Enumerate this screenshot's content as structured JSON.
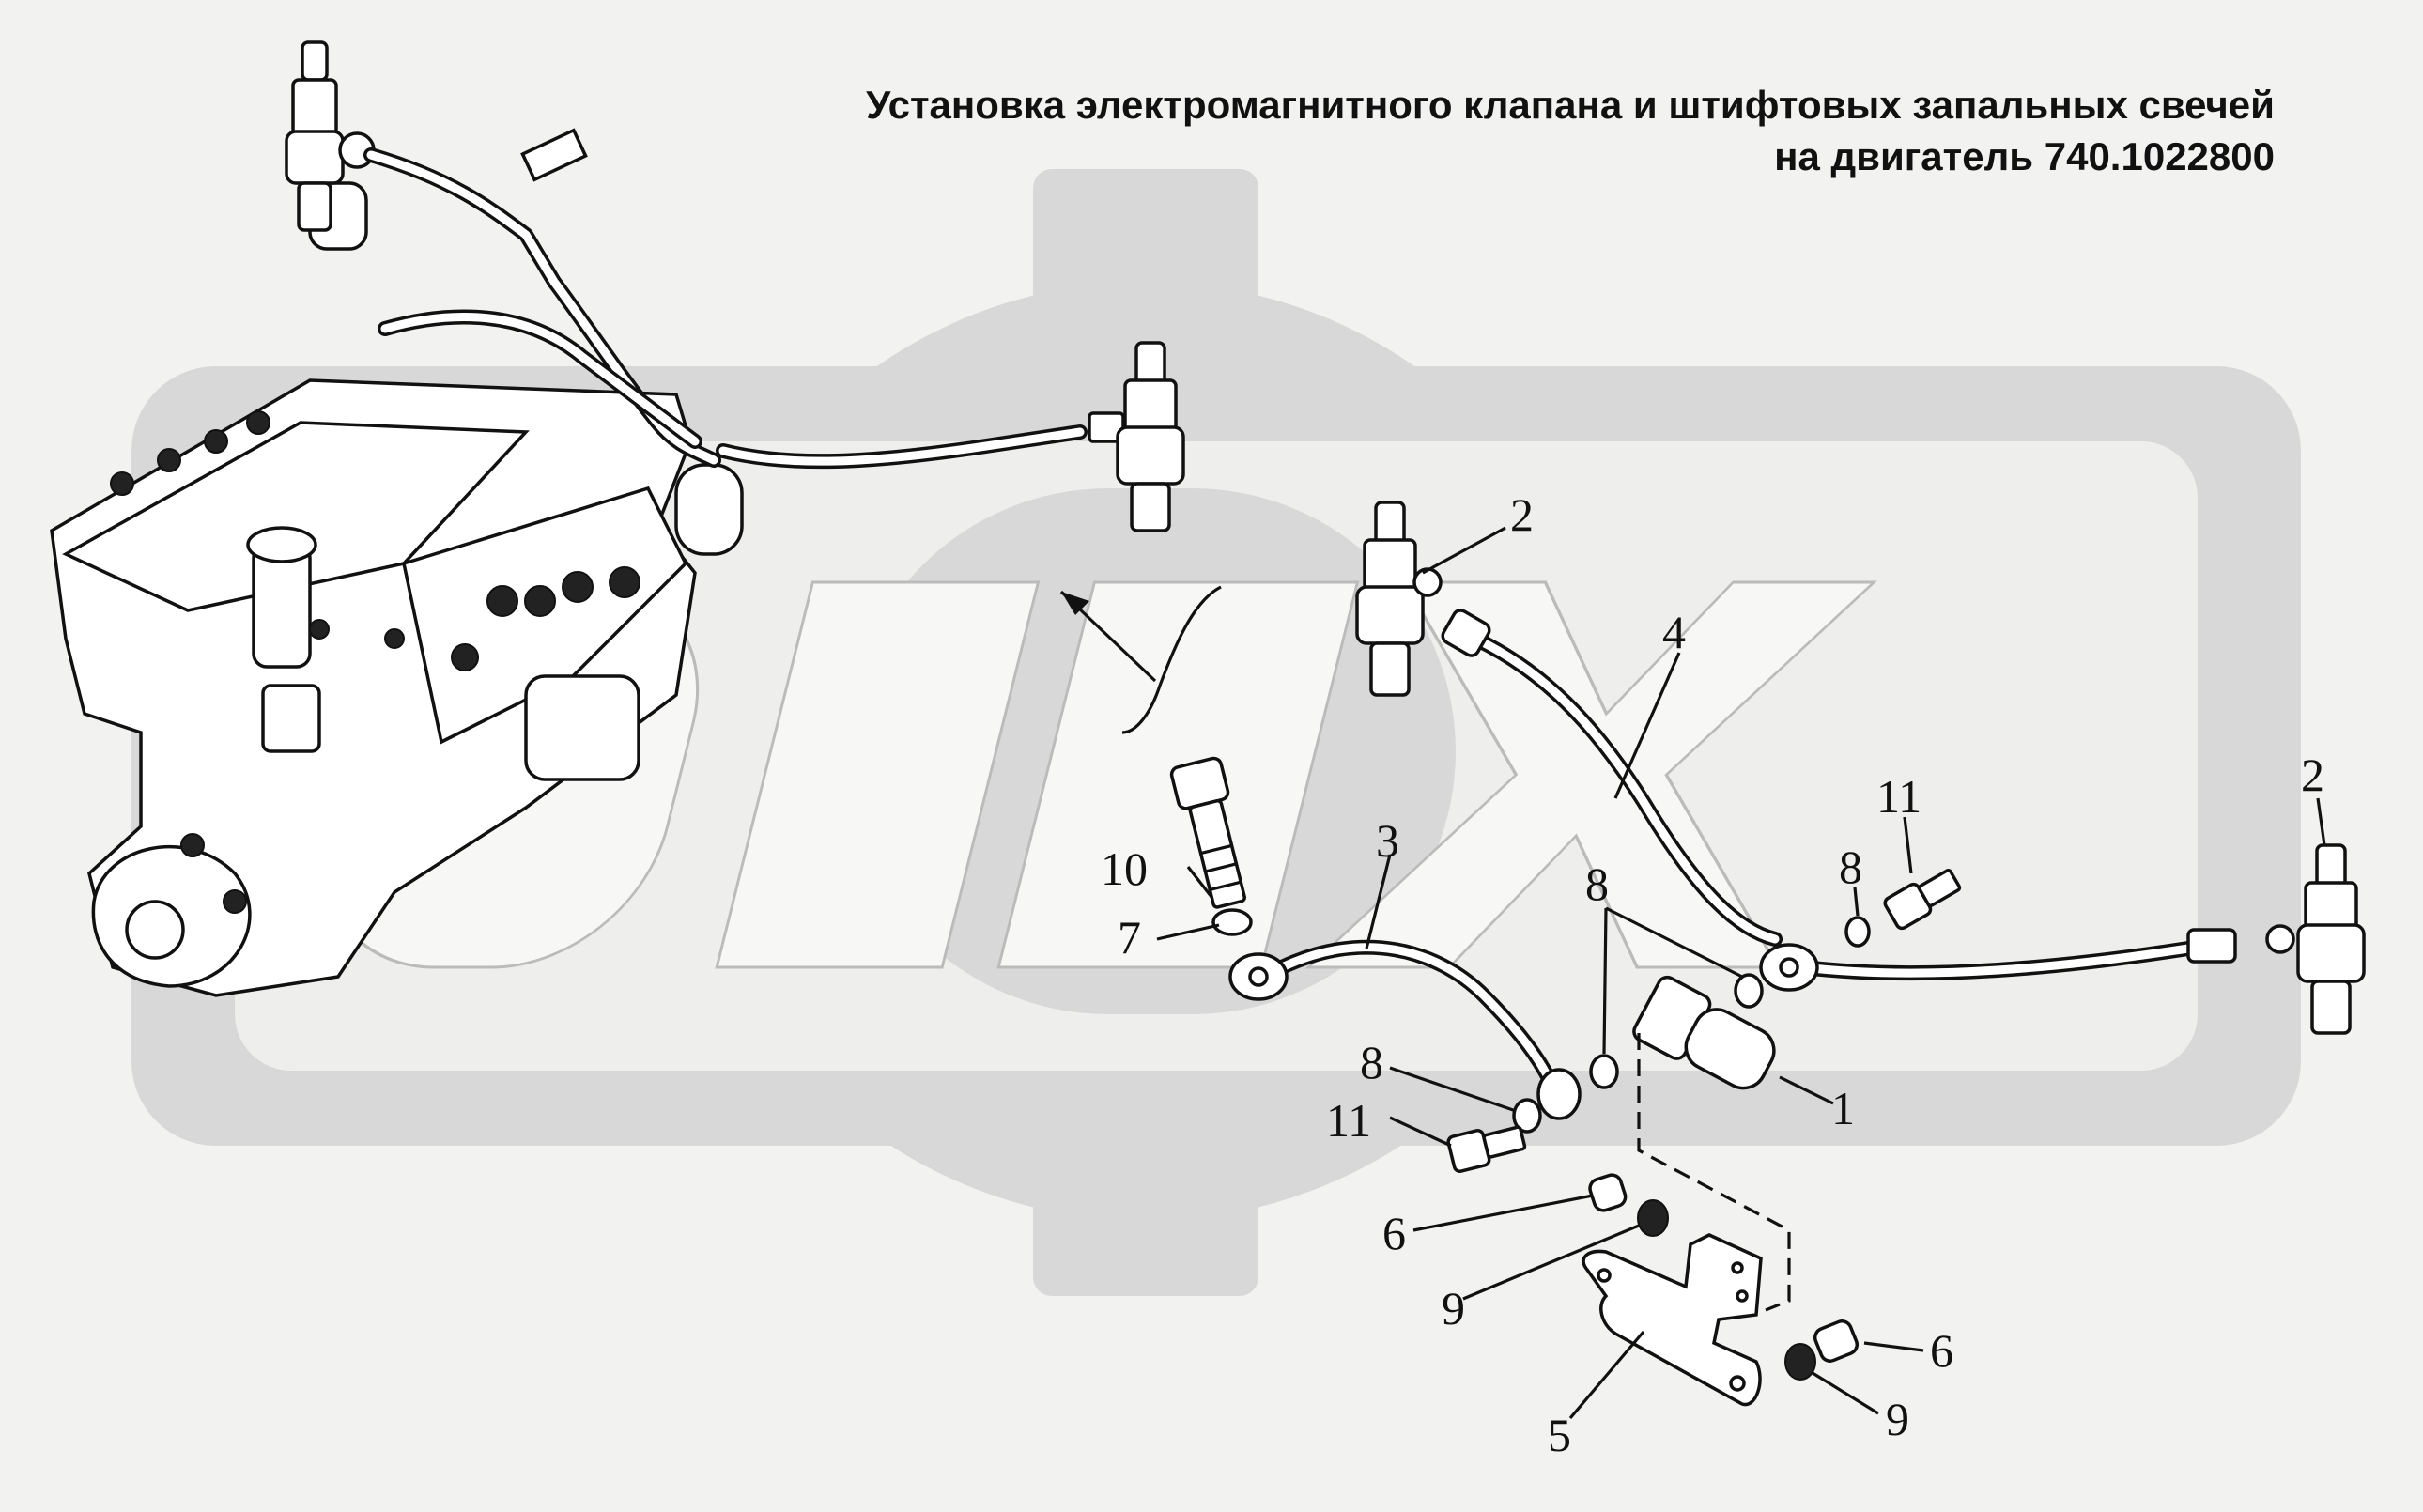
{
  "title_line1": "Установка электромагнитного клапана и штифтовых запальных свечей",
  "title_line2": "на двигатель 740.1022800",
  "watermark": "OPEX",
  "colors": {
    "background": "#f2f2f0",
    "watermark": "#d8d8d8",
    "ink": "#111111"
  },
  "callouts": [
    {
      "id": "c1",
      "label": "1"
    },
    {
      "id": "c2a",
      "label": "2"
    },
    {
      "id": "c2b",
      "label": "2"
    },
    {
      "id": "c3",
      "label": "3"
    },
    {
      "id": "c4",
      "label": "4"
    },
    {
      "id": "c5",
      "label": "5"
    },
    {
      "id": "c6a",
      "label": "6"
    },
    {
      "id": "c6b",
      "label": "6"
    },
    {
      "id": "c7",
      "label": "7"
    },
    {
      "id": "c8a",
      "label": "8"
    },
    {
      "id": "c8b",
      "label": "8"
    },
    {
      "id": "c8c",
      "label": "8"
    },
    {
      "id": "c9a",
      "label": "9"
    },
    {
      "id": "c9b",
      "label": "9"
    },
    {
      "id": "c10",
      "label": "10"
    },
    {
      "id": "c11a",
      "label": "11"
    },
    {
      "id": "c11b",
      "label": "11"
    }
  ]
}
